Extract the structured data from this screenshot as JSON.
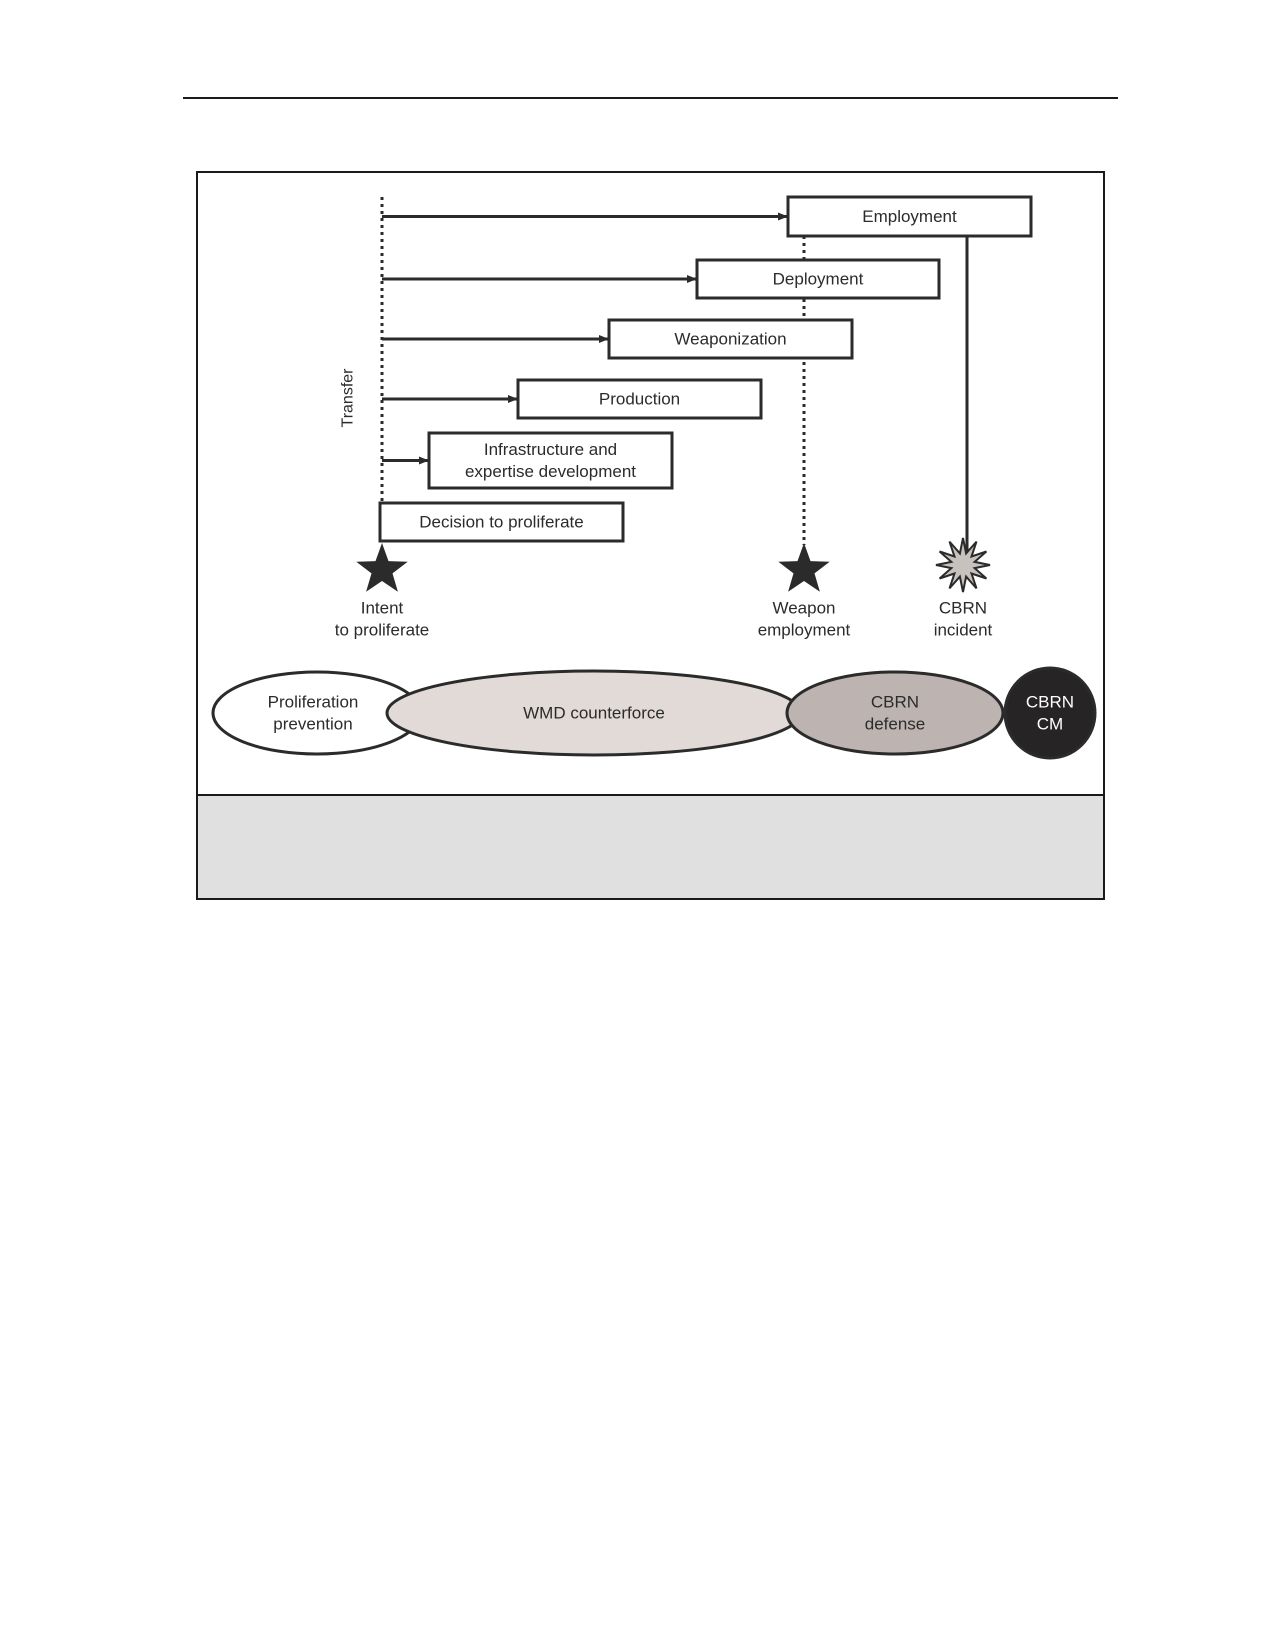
{
  "diagram": {
    "transfer_label": "Transfer",
    "stages": [
      {
        "id": "employment",
        "lines": [
          "Employment"
        ]
      },
      {
        "id": "deployment",
        "lines": [
          "Deployment"
        ]
      },
      {
        "id": "weaponization",
        "lines": [
          "Weaponization"
        ]
      },
      {
        "id": "production",
        "lines": [
          "Production"
        ]
      },
      {
        "id": "infrastructure",
        "lines": [
          "Infrastructure and",
          "expertise development"
        ]
      },
      {
        "id": "decision",
        "lines": [
          "Decision to proliferate"
        ]
      }
    ],
    "markers": [
      {
        "id": "intent",
        "icon": "star-icon",
        "lines": [
          "Intent",
          "to proliferate"
        ]
      },
      {
        "id": "weapon-employment",
        "icon": "star-icon",
        "lines": [
          "Weapon",
          "employment"
        ]
      },
      {
        "id": "cbrn-incident",
        "icon": "burst-icon",
        "lines": [
          "CBRN",
          "incident"
        ]
      }
    ],
    "mission_areas": [
      {
        "id": "proliferation-prevention",
        "lines": [
          "Proliferation",
          "prevention"
        ],
        "fill": "#ffffff",
        "text_color": "#2b2b2b"
      },
      {
        "id": "wmd-counterforce",
        "lines": [
          "WMD counterforce"
        ],
        "fill": "#e2dad7",
        "text_color": "#2b2b2b"
      },
      {
        "id": "cbrn-defense",
        "lines": [
          "CBRN",
          "defense"
        ],
        "fill": "#bdb4b1",
        "text_color": "#2b2b2b"
      },
      {
        "id": "cbrn-cm",
        "lines": [
          "CBRN",
          "CM"
        ],
        "fill": "#262424",
        "text_color": "#ffffff"
      }
    ],
    "colors": {
      "stroke": "#2b2b2b",
      "burst_fill": "#c8c2bf",
      "caption_bg": "#e0e0e0"
    }
  }
}
